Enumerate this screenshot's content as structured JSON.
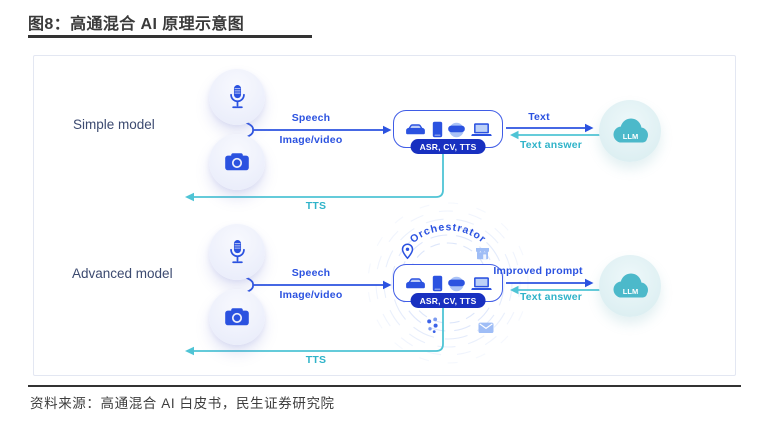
{
  "title": "图8：高通混合 AI 原理示意图",
  "source": "资料来源：高通混合 AI 白皮书，民生证券研究院",
  "colors": {
    "blue": "#2b52e0",
    "teal": "#4fc4d5",
    "teal-text": "#2fb3c9",
    "pill-blue": "#1830c0",
    "cloud-teal": "#4cb9ca",
    "label-dark": "#3c4a70",
    "arc-blue": "#d9e3fa",
    "icon-lightblue": "#9fbdf6"
  },
  "rows": {
    "simple": {
      "label": "Simple model",
      "input_top": "Speech",
      "input_bottom": "Image/video",
      "device_badge": "ASR, CV, TTS",
      "to_cloud": "Text",
      "from_cloud": "Text answer",
      "return": "TTS",
      "cloud": "LLM"
    },
    "advanced": {
      "label": "Advanced model",
      "input_top": "Speech",
      "input_bottom": "Image/video",
      "device_badge": "ASR, CV, TTS",
      "orchestrator": "Orchestrator",
      "to_cloud": "Improved prompt",
      "from_cloud": "Text answer",
      "return": "TTS",
      "cloud": "LLM"
    }
  },
  "icons": [
    "microphone-icon",
    "camera-icon",
    "car-icon",
    "smartphone-icon",
    "vr-headset-icon",
    "laptop-icon",
    "cloud-icon",
    "location-pin-icon",
    "store-icon",
    "mail-icon",
    "molecule-dots-icon"
  ]
}
